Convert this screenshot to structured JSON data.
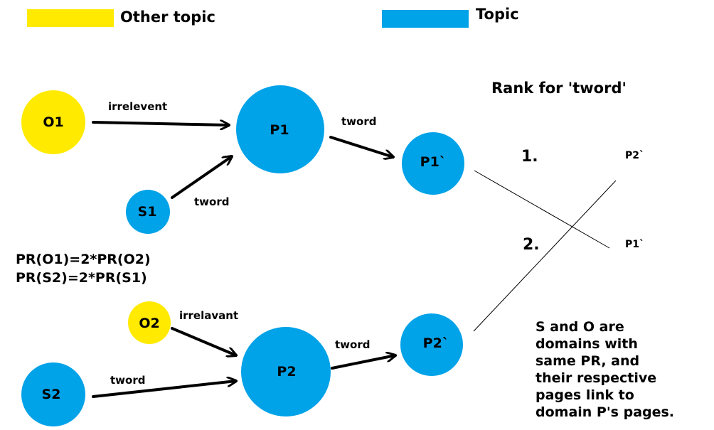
{
  "colors": {
    "other_topic": "#ffea00",
    "topic": "#00a2e8"
  },
  "legend": {
    "other_topic": "Other topic",
    "topic": "Topic"
  },
  "nodes": {
    "o1": "O1",
    "p1": "P1",
    "s1": "S1",
    "p1_prime": "P1`",
    "o2": "O2",
    "p2": "P2",
    "s2": "S2",
    "p2_prime": "P2`"
  },
  "edges": {
    "o1_p1": "irrelevent",
    "s1_p1": "tword",
    "p1_p1prime": "tword",
    "o2_p2": "irrelavant",
    "s2_p2": "tword",
    "p2_p2prime": "tword"
  },
  "formulas": [
    "PR(O1)=2*PR(O2)",
    "PR(S2)=2*PR(S1)"
  ],
  "rank": {
    "title": "Rank for 'tword'",
    "num1": "1.",
    "num2": "2.",
    "item1": "P2`",
    "item2": "P1`"
  },
  "note": [
    "S and O are",
    "domains with",
    "same PR, and",
    "their respective",
    "pages link to",
    "domain P's pages."
  ]
}
